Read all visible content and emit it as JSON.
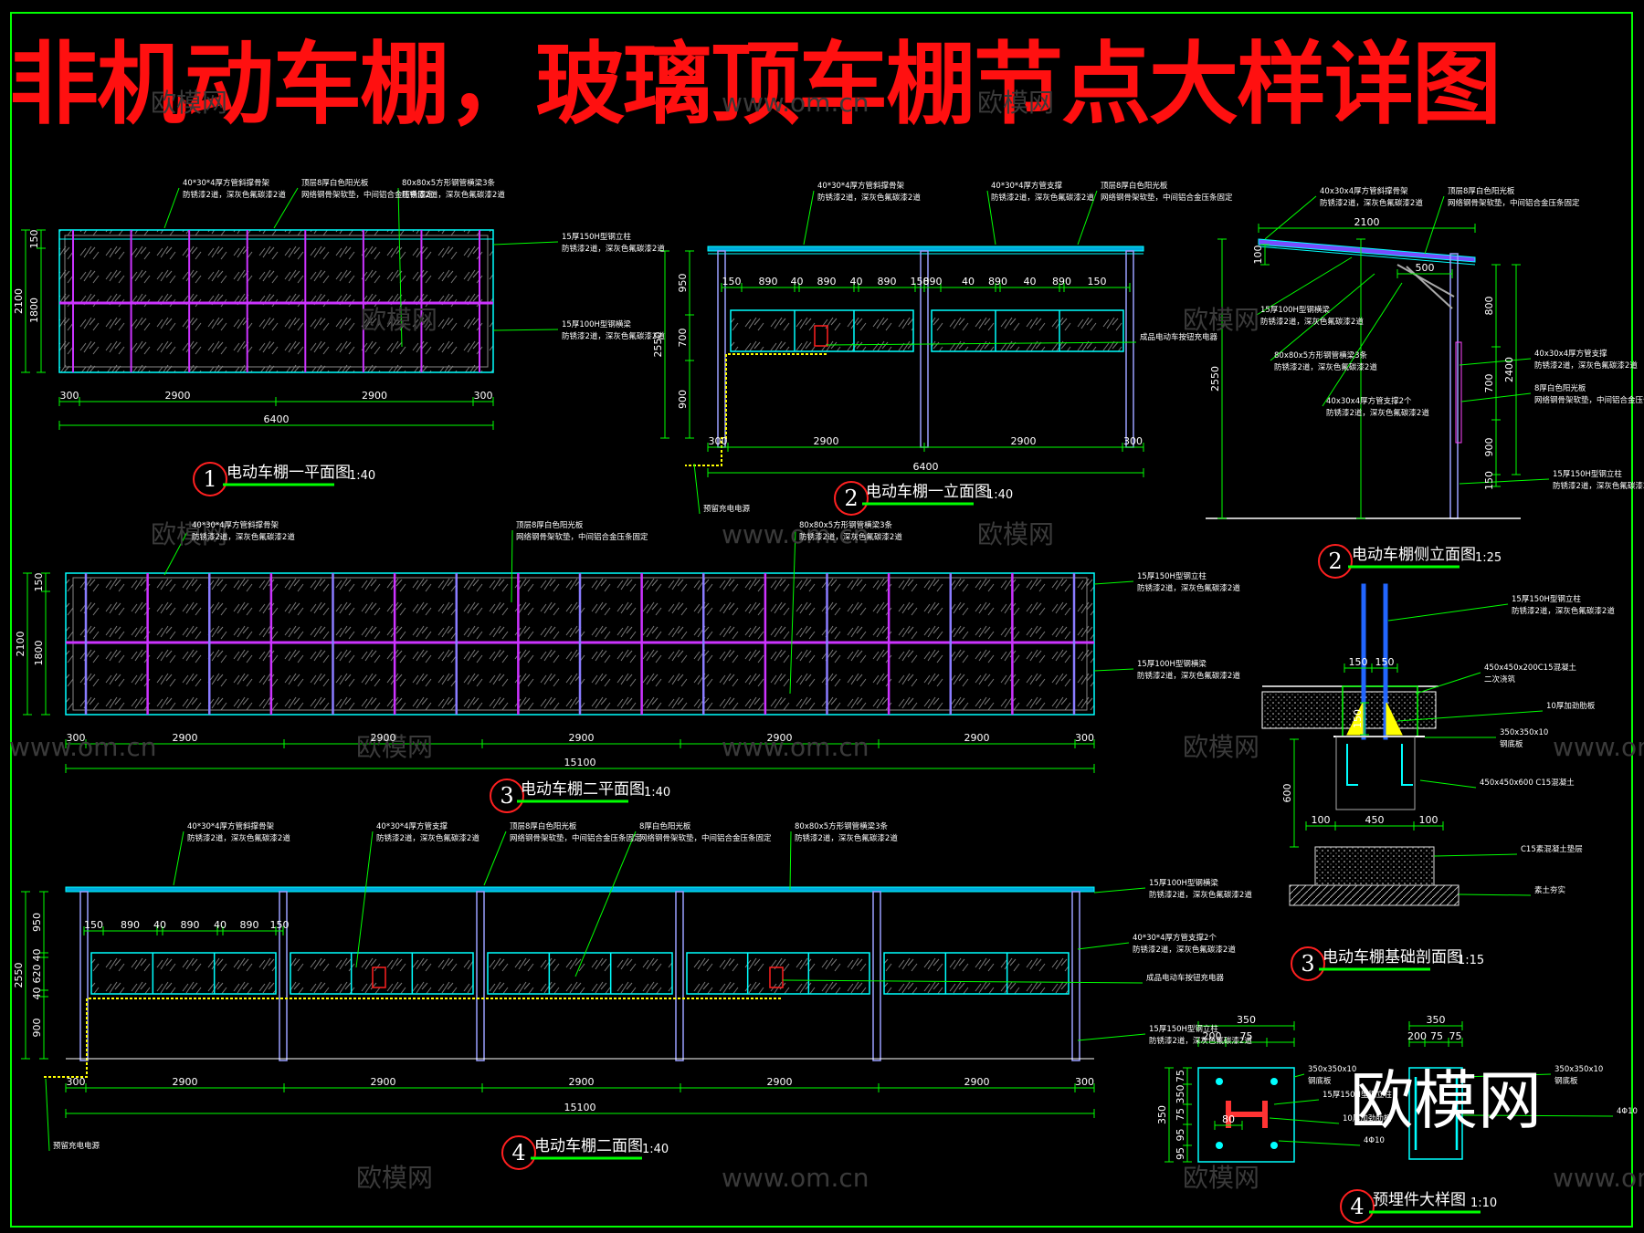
{
  "title": "非机动车棚，玻璃顶车棚节点大样详图",
  "colors": {
    "background": "#000000",
    "frame": "#00ff00",
    "title": "#ff1010",
    "dimension": "#00ff00",
    "panel": "#00ffff",
    "purlin": "#cc33ff",
    "tag": "#ff2020",
    "cable": "#ffff00",
    "column": "#9aa0ff"
  },
  "views": {
    "v1": {
      "number": "1",
      "label": "电动车棚一平面图",
      "scale": "1:40",
      "dims_h": [
        "300",
        "2900",
        "2900",
        "300"
      ],
      "total_w": "6400",
      "dims_v": [
        "150",
        "1800"
      ],
      "total_h": "2100",
      "notes": [
        {
          "l1": "40*30*4厚方管斜撑骨架",
          "l2": "防锈漆2道，深灰色氟碳漆2道"
        },
        {
          "l1": "80x80x5方形钢管横梁3条",
          "l2": "防锈漆2道，深灰色氟碳漆2道"
        },
        {
          "l1": "顶层8厚白色阳光板",
          "l2": "网络钢骨架软垫，中间铝合金压条固定"
        },
        {
          "l1": "15厚150H型钢立柱",
          "l2": "防锈漆2道，深灰色氟碳漆2道"
        },
        {
          "l1": "15厚100H型钢横梁",
          "l2": "防锈漆2道，深灰色氟碳漆2道"
        }
      ]
    },
    "v2": {
      "number": "2",
      "label": "电动车棚一立面图",
      "scale": "1:40",
      "top_dims": [
        "150",
        "890",
        "40",
        "890",
        "40",
        "890",
        "150",
        "890",
        "40",
        "890",
        "40",
        "890",
        "150"
      ],
      "bottom_dims": [
        "300",
        "2900",
        "2900",
        "300"
      ],
      "total_w": "6400",
      "dims_v": [
        "950",
        "700",
        "900"
      ],
      "total_h": "2550",
      "notes": [
        {
          "l1": "40*30*4厚方管斜撑骨架",
          "l2": "防锈漆2道，深灰色氟碳漆2道"
        },
        {
          "l1": "40*30*4厚方管支撑",
          "l2": "防锈漆2道，深灰色氟碳漆2道"
        },
        {
          "l1": "顶层8厚白色阳光板",
          "l2": "网络钢骨架软垫，中间铝合金压条固定"
        },
        {
          "l1": "成品电动车按钮充电器",
          "l2": ""
        },
        {
          "l1": "预留充电电源",
          "l2": ""
        }
      ]
    },
    "v2s": {
      "number": "2",
      "label": "电动车棚侧立面图",
      "scale": "1:25",
      "dims": [
        "2100",
        "100",
        "500",
        "800",
        "700",
        "900",
        "150",
        "2400",
        "2550"
      ],
      "notes": [
        {
          "l1": "40x30x4厚方管斜撑骨架",
          "l2": "防锈漆2道，深灰色氟碳漆2道"
        },
        {
          "l1": "顶层8厚白色阳光板",
          "l2": "网络钢骨架软垫，中间铝合金压条固定"
        },
        {
          "l1": "15厚100H型钢横梁",
          "l2": "防锈漆2道，深灰色氟碳漆2道"
        },
        {
          "l1": "80x80x5方形钢管横梁3条",
          "l2": "防锈漆2道，深灰色氟碳漆2道"
        },
        {
          "l1": "40x30x4厚方管支撑2个",
          "l2": "防锈漆2道，深灰色氟碳漆2道"
        },
        {
          "l1": "40x30x4厚方管支撑",
          "l2": "防锈漆2道，深灰色氟碳漆2道"
        },
        {
          "l1": "8厚白色阳光板",
          "l2": "网络钢骨架软垫，中间铝合金压条固定"
        },
        {
          "l1": "15厚150H型钢立柱",
          "l2": "防锈漆2道，深灰色氟碳漆2道"
        }
      ]
    },
    "v3": {
      "number": "3",
      "label": "电动车棚二平面图",
      "scale": "1:40",
      "dims_h": [
        "300",
        "2900",
        "2900",
        "2900",
        "2900",
        "2900",
        "300"
      ],
      "total_w": "15100",
      "dims_v": [
        "150",
        "1800"
      ],
      "total_h": "2100",
      "notes": [
        {
          "l1": "40*30*4厚方管斜撑骨架",
          "l2": "防锈漆2道，深灰色氟碳漆2道"
        },
        {
          "l1": "顶层8厚白色阳光板",
          "l2": "网络钢骨架软垫，中间铝合金压条固定"
        },
        {
          "l1": "80x80x5方形钢管横梁3条",
          "l2": "防锈漆2道，深灰色氟碳漆2道"
        },
        {
          "l1": "15厚150H型钢立柱",
          "l2": "防锈漆2道，深灰色氟碳漆2道"
        },
        {
          "l1": "15厚100H型钢横梁",
          "l2": "防锈漆2道，深灰色氟碳漆2道"
        }
      ]
    },
    "v3s": {
      "number": "3",
      "label": "电动车棚基础剖面图",
      "scale": "1:15",
      "dims": [
        "150",
        "150",
        "150",
        "600",
        "100",
        "450",
        "100"
      ],
      "notes": [
        {
          "l1": "15厚150H型钢立柱",
          "l2": "防锈漆2道，深灰色氟碳漆2道"
        },
        {
          "l1": "450x450x200C15混凝土",
          "l2": "二次浇筑"
        },
        {
          "l1": "10厚加劲肋板",
          "l2": ""
        },
        {
          "l1": "350x350x10",
          "l2": "钢底板"
        },
        {
          "l1": "450x450x600 C15混凝土",
          "l2": ""
        },
        {
          "l1": "C15素混凝土垫层",
          "l2": ""
        },
        {
          "l1": "素土夯实",
          "l2": ""
        }
      ]
    },
    "v4": {
      "number": "4",
      "label": "电动车棚二面图",
      "scale": "1:40",
      "top_dims": [
        "150",
        "890",
        "40",
        "890",
        "40",
        "890",
        "150"
      ],
      "bottom_dims": [
        "300",
        "2900",
        "2900",
        "2900",
        "2900",
        "2900",
        "300"
      ],
      "total_w": "15100",
      "dims_v": [
        "950",
        "40",
        "620",
        "40",
        "900"
      ],
      "total_h": "2550",
      "notes": [
        {
          "l1": "40*30*4厚方管斜撑骨架",
          "l2": "防锈漆2道，深灰色氟碳漆2道"
        },
        {
          "l1": "40*30*4厚方管支撑",
          "l2": "防锈漆2道，深灰色氟碳漆2道"
        },
        {
          "l1": "顶层8厚白色阳光板",
          "l2": "网络钢骨架软垫，中间铝合金压条固定"
        },
        {
          "l1": "8厚白色阳光板",
          "l2": "网络钢骨架软垫，中间铝合金压条固定"
        },
        {
          "l1": "80x80x5方形钢管横梁3条",
          "l2": "防锈漆2道，深灰色氟碳漆2道"
        },
        {
          "l1": "15厚100H型钢横梁",
          "l2": "防锈漆2道，深灰色氟碳漆2道"
        },
        {
          "l1": "40*30*4厚方管支撑2个",
          "l2": "防锈漆2道，深灰色氟碳漆2道"
        },
        {
          "l1": "成品电动车按钮充电器",
          "l2": ""
        },
        {
          "l1": "15厚150H型钢立柱",
          "l2": "防锈漆2道，深灰色氟碳漆2道"
        },
        {
          "l1": "预留充电电源",
          "l2": ""
        }
      ]
    },
    "v4s": {
      "number": "4",
      "label": "预埋件大样图",
      "scale": "1:10",
      "dims": [
        "350",
        "200",
        "75",
        "75",
        "350",
        "75",
        "95",
        "95",
        "10",
        "80",
        "350",
        "200",
        "75",
        "75"
      ],
      "notes": [
        {
          "l1": "350x350x10",
          "l2": "钢底板"
        },
        {
          "l1": "15厚150H型钢立柱",
          "l2": ""
        },
        {
          "l1": "10厚加劲肋板",
          "l2": ""
        },
        {
          "l1": "4Φ10",
          "l2": ""
        },
        {
          "l1": "350x350x10",
          "l2": "钢底板"
        },
        {
          "l1": "4Φ10",
          "l2": ""
        }
      ]
    }
  },
  "watermark": "欧模网",
  "watermark_url": "www.om.cn"
}
